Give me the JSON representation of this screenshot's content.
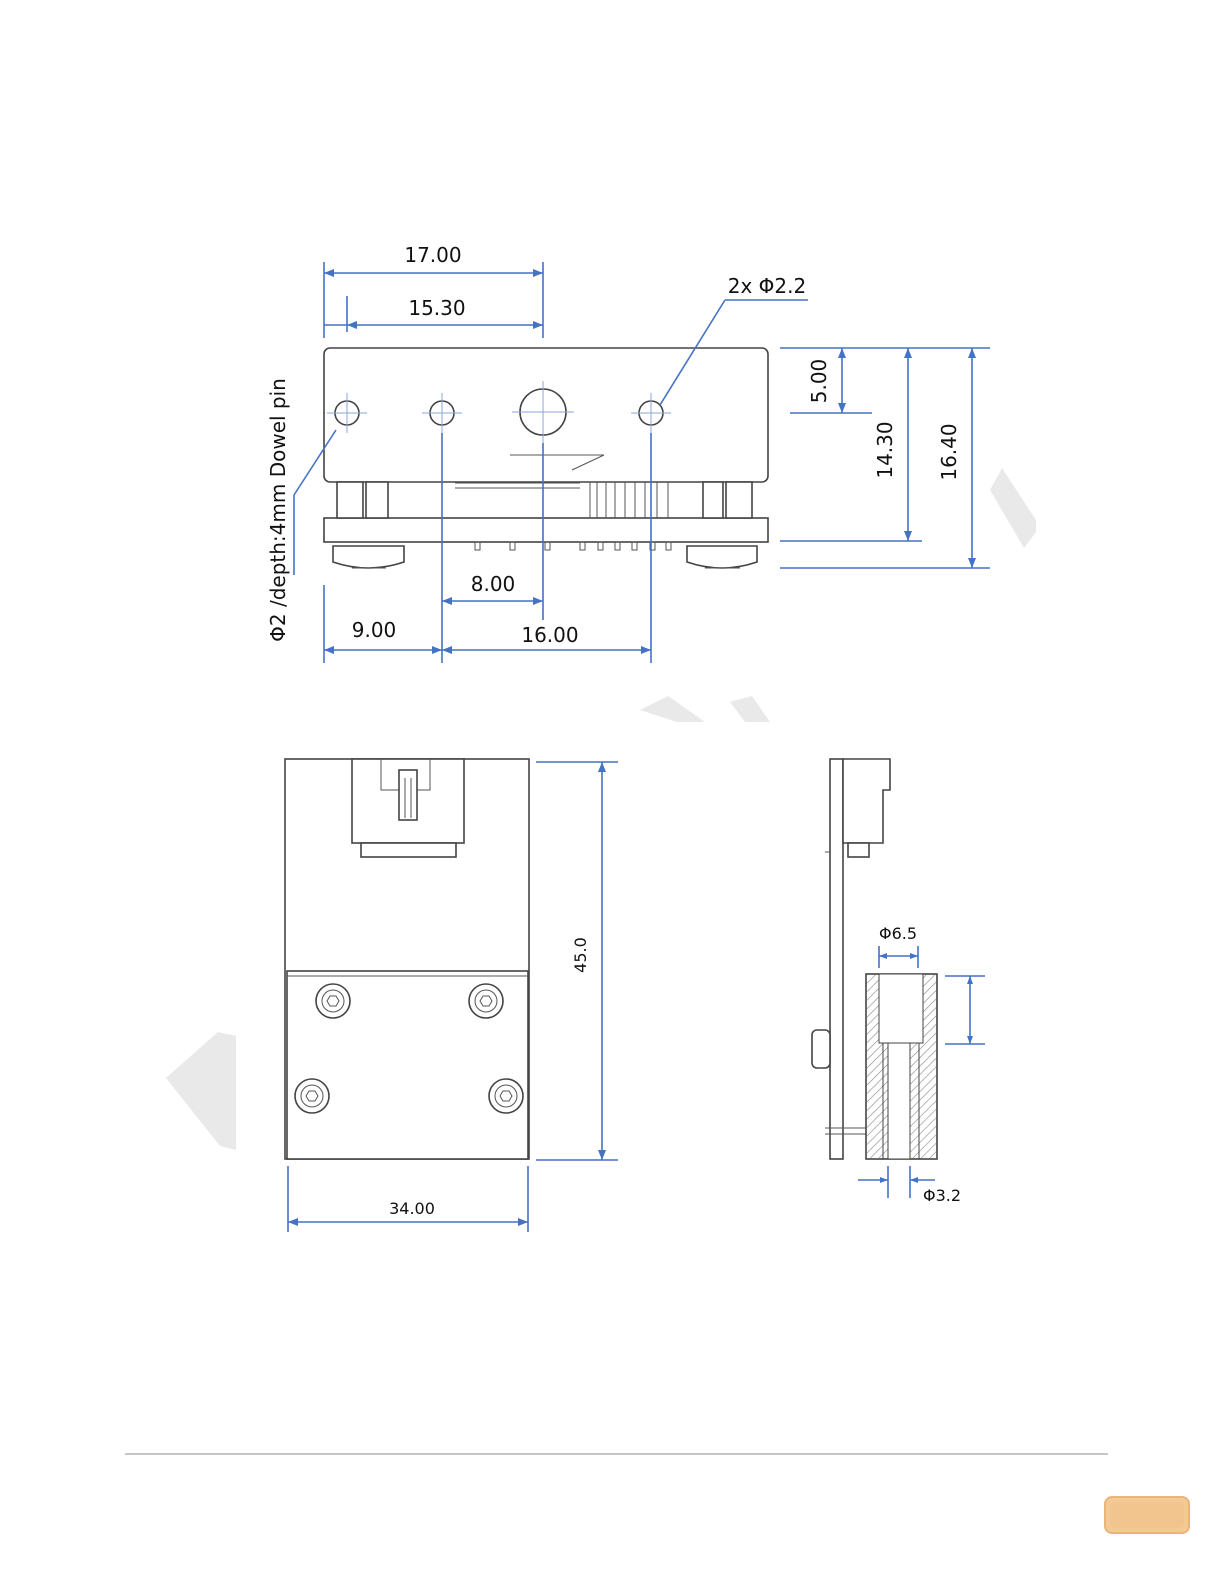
{
  "colors": {
    "dimension_line": "#4472c4",
    "outline": "#444444",
    "watermark": "#e7e7e7",
    "page_tab": "#f3c996",
    "footer_rule": "#c6c6c6"
  },
  "front_view": {
    "dim_top_width": "17.00",
    "dim_hole_span": "15.30",
    "dim_hole_callout": "2x Φ2.2",
    "dim_hole_height": "5.00",
    "dim_board_height": "14.30",
    "dim_total_height": "16.40",
    "dim_dowel_callout": "Φ2 /depth:4mm Dowel pin",
    "dim_center_spacing": "8.00",
    "dim_left_offset": "9.00",
    "dim_hole_spacing": "16.00"
  },
  "top_view": {
    "dim_height": "45.0",
    "dim_width": "34.00"
  },
  "side_view": {
    "dim_bore": "Φ6.5",
    "dim_through_hole": "Φ3.2"
  },
  "footer": {
    "page_tab_icon": "page-number-tab"
  }
}
